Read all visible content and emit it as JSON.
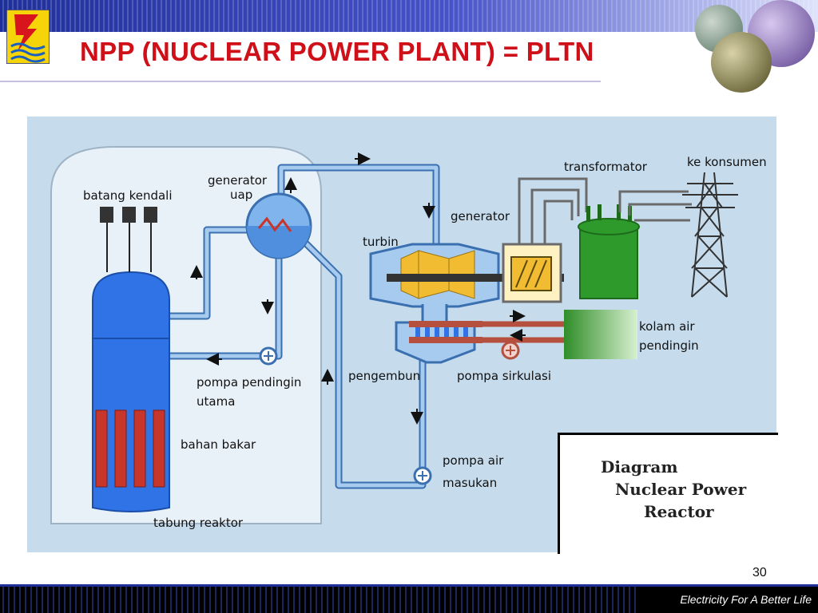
{
  "slide": {
    "title": "NPP (NUCLEAR POWER PLANT) = PLTN",
    "page_number": "30",
    "tagline": "Electricity  For A Better Life"
  },
  "diagram": {
    "labels": {
      "batang_kendali": "batang kendali",
      "generator_uap_1": "generator",
      "generator_uap_2": "uap",
      "turbin": "turbin",
      "generator": "generator",
      "transformator": "transformator",
      "ke_konsumen": "ke konsumen",
      "kolam_air_1": "kolam air",
      "kolam_air_2": "pendingin",
      "pengembun": "pengembun",
      "pompa_sirkulasi": "pompa sirkulasi",
      "pompa_pendingin_1": "pompa pendingin",
      "pompa_pendingin_2": "utama",
      "bahan_bakar": "bahan bakar",
      "pompa_air_1": "pompa air",
      "pompa_air_2": "masukan",
      "tabung_reaktor": "tabung reaktor"
    },
    "caption": [
      "Diagram",
      "Nuclear Power",
      "Reactor"
    ]
  },
  "colors": {
    "title_red": "#d01018",
    "diagram_bg": "#c6dced",
    "containment": "#e9f1f8",
    "pipe_blue": "#3a6fb0",
    "pipe_fill": "#a7cbee",
    "reactor_blue": "#2f73e6",
    "fuel_red": "#c8362b",
    "turbine_yellow": "#f1bb32",
    "transformer_green": "#2f9a2c",
    "pool_green": "#4aa440"
  }
}
